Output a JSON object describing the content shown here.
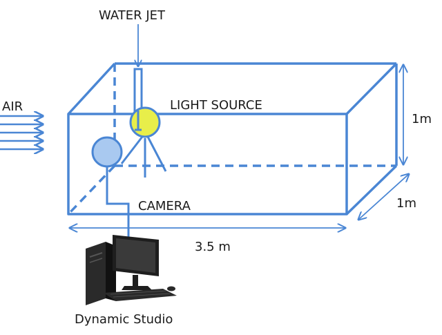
{
  "labels": {
    "water_jet": "WATER JET",
    "air": "AIR",
    "light_source": "LIGHT SOURCE",
    "camera": "CAMERA",
    "height": "1m",
    "depth": "1m",
    "length": "3.5 m",
    "computer": "Dynamic Studio"
  },
  "colors": {
    "tank_edge": "#4a86d4",
    "light_fill": "#e8ee4a",
    "camera_fill": "#a9c9f0",
    "computer": "#1b1b1b"
  }
}
